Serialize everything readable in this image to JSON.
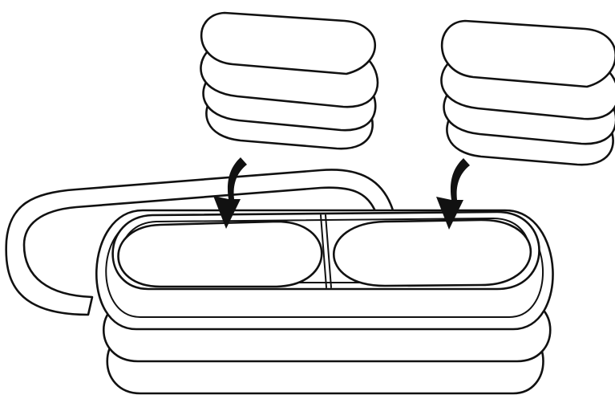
{
  "illustration": {
    "line_color": "#111111",
    "background_color": "#ffffff",
    "stacks": [
      {
        "id": "left-disc-stack",
        "disc_count": 4
      },
      {
        "id": "right-disc-stack",
        "disc_count": 4
      }
    ],
    "arrows": [
      {
        "id": "left-insert-arrow",
        "direction": "down"
      },
      {
        "id": "right-insert-arrow",
        "direction": "down"
      }
    ],
    "base": {
      "tiers": 3,
      "compartments": 2
    }
  }
}
